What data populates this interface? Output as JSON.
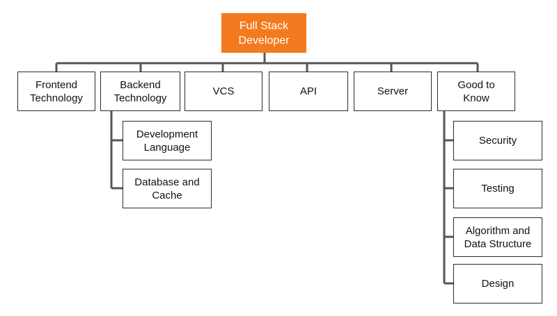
{
  "colors": {
    "root_fill": "#f47a1f",
    "root_text": "#ffffff",
    "line": "#555555",
    "box_border": "#2a2a2a"
  },
  "root": {
    "label": "Full Stack\nDeveloper"
  },
  "categories": [
    {
      "label": "Frontend\nTechnology"
    },
    {
      "label": "Backend\nTechnology"
    },
    {
      "label": "VCS"
    },
    {
      "label": "API"
    },
    {
      "label": "Server"
    },
    {
      "label": "Good to\nKnow"
    }
  ],
  "backend_children": [
    {
      "label": "Development\nLanguage"
    },
    {
      "label": "Database and\nCache"
    }
  ],
  "good_to_know_children": [
    {
      "label": "Security"
    },
    {
      "label": "Testing"
    },
    {
      "label": "Algorithm and\nData Structure"
    },
    {
      "label": "Design"
    }
  ]
}
